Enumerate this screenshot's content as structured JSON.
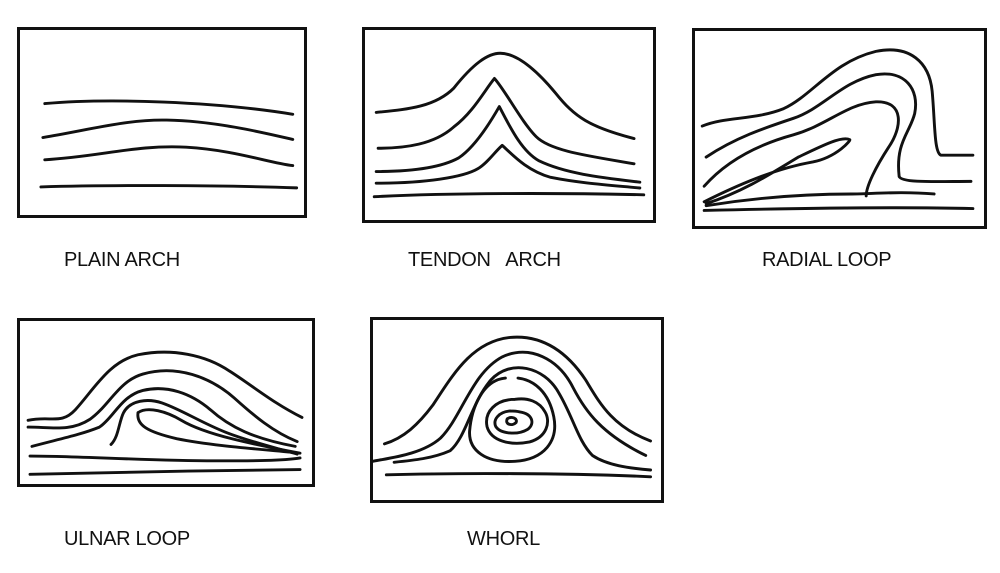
{
  "patterns": [
    {
      "key": "plain",
      "label": "PLAIN ARCH"
    },
    {
      "key": "tendon",
      "label": "TENDON   ARCH"
    },
    {
      "key": "radial",
      "label": "RADIAL LOOP"
    },
    {
      "key": "ulnar",
      "label": "ULNAR LOOP"
    },
    {
      "key": "whorl",
      "label": "WHORL"
    }
  ],
  "colors": {
    "ink": "#111111",
    "background": "#ffffff"
  }
}
